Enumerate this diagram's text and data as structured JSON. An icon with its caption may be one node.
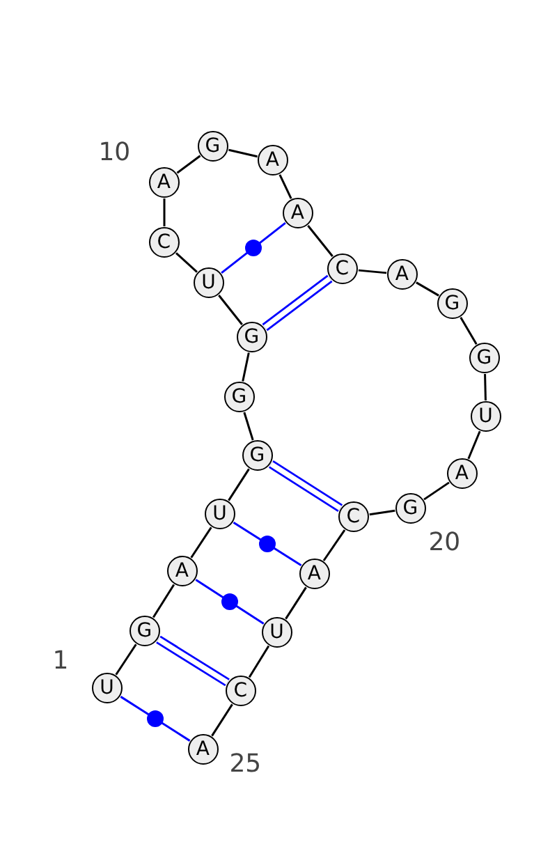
{
  "diagram": {
    "nodes": [
      {
        "text": [
          "U"
        ],
        "beside": [
          "1"
        ]
      },
      {
        "text": [
          "G"
        ]
      },
      {
        "text": [
          "A"
        ]
      },
      {
        "text": [
          "U"
        ]
      },
      {
        "text": [
          "G"
        ]
      },
      {
        "text": [
          "G"
        ]
      },
      {
        "text": [
          "G"
        ]
      },
      {
        "text": [
          "U"
        ]
      },
      {
        "text": [
          "C"
        ]
      },
      {
        "text": [
          "A"
        ],
        "beside": [
          "10"
        ]
      },
      {
        "text": [
          "G"
        ]
      },
      {
        "text": [
          "A"
        ]
      },
      {
        "text": [
          "A"
        ]
      },
      {
        "text": [
          "C"
        ]
      },
      {
        "text": [
          "A"
        ]
      },
      {
        "text": [
          "G"
        ]
      },
      {
        "text": [
          "G"
        ]
      },
      {
        "text": [
          "U"
        ]
      },
      {
        "text": [
          "A"
        ]
      },
      {
        "text": [
          "G"
        ],
        "beside": [
          "20"
        ]
      },
      {
        "text": [
          "C"
        ]
      },
      {
        "text": [
          "A"
        ]
      },
      {
        "text": [
          "U"
        ]
      },
      {
        "text": [
          "C"
        ]
      },
      {
        "text": [
          "A"
        ],
        "beside": [
          "25"
        ]
      }
    ],
    "edges": [
      {
        "from": 0,
        "to": 1,
        "arrow": "none"
      },
      {
        "from": 1,
        "to": 2,
        "arrow": "none"
      },
      {
        "from": 2,
        "to": 3,
        "arrow": "none"
      },
      {
        "from": 3,
        "to": 4,
        "arrow": "none"
      },
      {
        "from": 4,
        "to": 5,
        "arrow": "none"
      },
      {
        "from": 5,
        "to": 6,
        "arrow": "none"
      },
      {
        "from": 6,
        "to": 7,
        "arrow": "none"
      },
      {
        "from": 7,
        "to": 8,
        "arrow": "none"
      },
      {
        "from": 8,
        "to": 9,
        "arrow": "none"
      },
      {
        "from": 9,
        "to": 10,
        "arrow": "none"
      },
      {
        "from": 10,
        "to": 11,
        "arrow": "none"
      },
      {
        "from": 11,
        "to": 12,
        "arrow": "none"
      },
      {
        "from": 12,
        "to": 13,
        "arrow": "none"
      },
      {
        "from": 13,
        "to": 14,
        "arrow": "none"
      },
      {
        "from": 14,
        "to": 15,
        "arrow": "none"
      },
      {
        "from": 15,
        "to": 16,
        "arrow": "none"
      },
      {
        "from": 16,
        "to": 17,
        "arrow": "none"
      },
      {
        "from": 17,
        "to": 18,
        "arrow": "none"
      },
      {
        "from": 18,
        "to": 19,
        "arrow": "none"
      },
      {
        "from": 19,
        "to": 20,
        "arrow": "none"
      },
      {
        "from": 20,
        "to": 21,
        "arrow": "none"
      },
      {
        "from": 21,
        "to": 22,
        "arrow": "none"
      },
      {
        "from": 22,
        "to": 23,
        "arrow": "none"
      },
      {
        "from": 23,
        "to": 24,
        "arrow": "none"
      },
      {
        "from": 0,
        "to": 24,
        "arrow": "none",
        "color": "#0000ff"
      },
      {
        "from": 1,
        "to": 23,
        "arrow": "none",
        "color": "#0000ff",
        "style": "thick"
      },
      {
        "from": 2,
        "to": 22,
        "arrow": "none",
        "color": "#0000ff"
      },
      {
        "from": 3,
        "to": 21,
        "arrow": "none",
        "color": "#0000ff"
      },
      {
        "from": 4,
        "to": 20,
        "arrow": "none",
        "color": "#0000ff",
        "style": "thick"
      },
      {
        "from": 6,
        "to": 13,
        "arrow": "none",
        "color": "#0000ff",
        "style": "thick"
      },
      {
        "from": 7,
        "to": 12,
        "arrow": "none",
        "color": "#0000ff"
      }
    ]
  }
}
